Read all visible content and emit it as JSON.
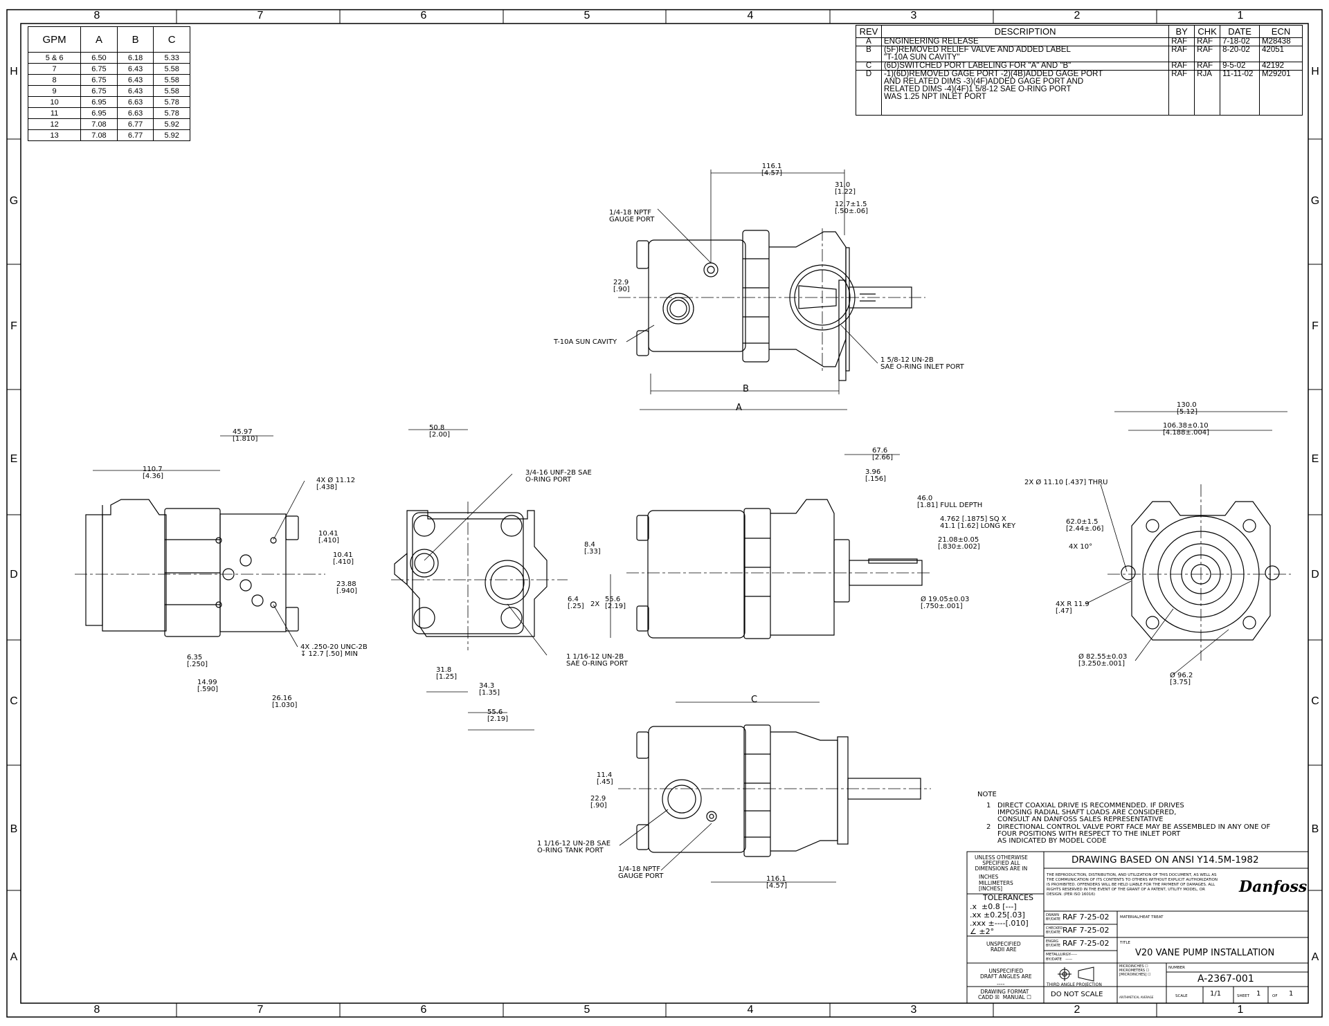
{
  "zones": {
    "columns": [
      "8",
      "7",
      "6",
      "5",
      "4",
      "3",
      "2",
      "1"
    ],
    "rows": [
      "H",
      "G",
      "F",
      "E",
      "D",
      "C",
      "B",
      "A"
    ]
  },
  "gpm_table": {
    "headers": [
      "GPM",
      "A",
      "B",
      "C"
    ],
    "rows": [
      [
        "5 & 6",
        "6.50",
        "6.18",
        "5.33"
      ],
      [
        "7",
        "6.75",
        "6.43",
        "5.58"
      ],
      [
        "8",
        "6.75",
        "6.43",
        "5.58"
      ],
      [
        "9",
        "6.75",
        "6.43",
        "5.58"
      ],
      [
        "10",
        "6.95",
        "6.63",
        "5.78"
      ],
      [
        "11",
        "6.95",
        "6.63",
        "5.78"
      ],
      [
        "12",
        "7.08",
        "6.77",
        "5.92"
      ],
      [
        "13",
        "7.08",
        "6.77",
        "5.92"
      ]
    ]
  },
  "revisions": {
    "headers": [
      "REV",
      "DESCRIPTION",
      "BY",
      "CHK",
      "DATE",
      "ECN"
    ],
    "rows": [
      {
        "rev": "A",
        "desc": "ENGINEERING RELEASE",
        "by": "RAF",
        "chk": "RAF",
        "date": "7-18-02",
        "ecn": "M28438"
      },
      {
        "rev": "B",
        "desc": "(5F)REMOVED RELIEF VALVE AND ADDED LABEL\n\"T-10A SUN CAVITY\"",
        "by": "RAF",
        "chk": "RAF",
        "date": "8-20-02",
        "ecn": "42051"
      },
      {
        "rev": "C",
        "desc": "(6D)SWITCHED PORT LABELING FOR \"A\" AND \"B\"",
        "by": "RAF",
        "chk": "RAF",
        "date": "9-5-02",
        "ecn": "42192"
      },
      {
        "rev": "D",
        "desc": "-1)(6D)REMOVED GAGE PORT -2)(4B)ADDED GAGE PORT\nAND RELATED DIMS -3)(4F)ADDED GAGE PORT AND\nRELATED DIMS -4)(4F)1 5/8-12 SAE O-RING PORT\nWAS 1.25 NPT INLET PORT",
        "by": "RAF",
        "chk": "RJA",
        "date": "11-11-02",
        "ecn": "M29201"
      }
    ]
  },
  "top_view": {
    "dim_width": "116.1\n[4.57]",
    "dim_31": "31.0\n[1.22]",
    "dim_12_7": "12.7±1.5\n[.50±.06]",
    "dim_22_9": "22.9\n[.90]",
    "gauge_port": "1/4-18 NPTF\nGAUGE PORT",
    "sun_cavity": "T-10A SUN CAVITY",
    "inlet_port": "1 5/8-12 UN-2B\nSAE O-RING INLET PORT",
    "label_b": "B",
    "label_a": "A"
  },
  "left_view": {
    "dim_110": "110.7\n[4.36]",
    "dim_45": "45.97\n[1.810]",
    "holes": "4X Ø 11.12\n[.438]",
    "dim_10a": "10.41\n[.410]",
    "dim_10b": "10.41\n[.410]",
    "dim_23": "23.88\n[.940]",
    "tapped": "4X .250-20 UNC-2B\n↧ 12.7 [.50] MIN",
    "dim_6": "6.35\n[.250]",
    "dim_14": "14.99\n[.590]",
    "dim_26": "26.16\n[1.030]"
  },
  "front_view": {
    "dim_50": "50.8\n[2.00]",
    "port_label": "3/4-16 UNF-2B SAE\nO-RING PORT",
    "dim_8": "8.4\n[.33]",
    "dim_6_4": "6.4\n[.25]",
    "dim_2x": "2X",
    "dim_55v": "55.6\n[2.19]",
    "tank_port": "1 1/16-12 UN-2B\nSAE O-RING PORT",
    "dim_31": "31.8\n[1.25]",
    "dim_34": "34.3\n[1.35]",
    "dim_55h": "55.6\n[2.19]"
  },
  "side_view": {
    "dim_67": "67.6\n[2.66]",
    "dim_3": "3.96\n[.156]",
    "dim_46": "46.0\n[1.81] FULL DEPTH",
    "key": "4.762 [.1875] SQ X\n41.1 [1.62] LONG KEY",
    "dim_21": "21.08±0.05\n[.830±.002]",
    "dim_19": "Ø 19.05±0.03\n[.750±.001]"
  },
  "right_view": {
    "dim_130": "130.0\n[5.12]",
    "dim_106": "106.38±0.10\n[4.188±.004]",
    "thru": "2X Ø 11.10 [.437] THRU",
    "dim_62": "62.0±1.5\n[2.44±.06]",
    "angle": "4X 10°",
    "radius": "4X R 11.9\n[.47]",
    "dim_82": "Ø 82.55±0.03\n[3.250±.001]",
    "dim_96": "Ø 96.2\n[3.75]"
  },
  "bottom_view": {
    "label_c": "C",
    "dim_11": "11.4\n[.45]",
    "dim_22": "22.9\n[.90]",
    "tank_port": "1 1/16-12 UN-2B SAE\nO-RING TANK PORT",
    "gauge_port": "1/4-18 NPTF\nGAUGE PORT",
    "dim_116": "116.1\n[4.57]"
  },
  "notes": {
    "heading": "NOTE",
    "items": [
      {
        "num": "1",
        "text": "DIRECT COAXIAL DRIVE IS RECOMMENDED. IF DRIVES\nIMPOSING RADIAL SHAFT LOADS ARE CONSIDERED,\nCONSULT AN DANFOSS SALES REPRESENTATIVE"
      },
      {
        "num": "2",
        "text": "DIRECTIONAL CONTROL VALVE PORT FACE MAY BE ASSEMBLED IN ANY ONE OF\nFOUR POSITIONS WITH RESPECT TO THE INLET PORT\nAS INDICATED BY MODEL CODE"
      }
    ]
  },
  "title_block": {
    "unless": "UNLESS OTHERWISE\nSPECIFIED ALL\nDIMENSIONS ARE IN",
    "inches": "INCHES",
    "millimeters": "MILLIMETERS\n[INCHES]",
    "tolerances": "TOLERANCES",
    "tol_x": ".x  ±0.8 [---]",
    "tol_xx": ".xx ±0.25[.03]",
    "tol_xxx": ".xxx ±----[.010]",
    "tol_angle": "∠ ±2°",
    "radii": "UNSPECIFIED\nRADII ARE",
    "draft": "UNSPECIFIED\nDRAFT ANGLES ARE",
    "dashes": "----",
    "drawing_format": "DRAWING FORMAT\nCADD ☒  MANUAL ☐",
    "ansi": "DRAWING BASED ON ANSI Y14.5M-1982",
    "legal": "THE REPRODUCTION, DISTRIBUTION, AND UTILIZATION OF THIS DOCUMENT, AS WELL AS\nTHE COMMUNICATION OF ITS CONTENTS TO OTHERS WITHOUT EXPLICIT AUTHORIZATION\nIS PROHIBITED. OFFENDERS WILL BE HELD LIABLE FOR THE PAYMENT OF DAMAGES. ALL\nRIGHTS RESERVED IN THE EVENT OF THE GRANT OF A PATENT, UTILITY MODEL, OR\nDESIGN. (PER ISO 16016)",
    "logo": "Danfoss",
    "drawn_label": "DRAWN\nBY/DATE",
    "drawn": "RAF 7-25-02",
    "checked_label": "CHECKED\nBY/DATE",
    "checked": "RAF 7-25-02",
    "engrg_label": "ENGRG\nBY/DATE",
    "engrg": "RAF 7-25-02",
    "metallurgy": "METALLURGY-----\nBY/DATE   -----",
    "material": "MATERIAL/HEAT TREAT",
    "title_label": "TITLE",
    "title": "V20 VANE PUMP INSTALLATION",
    "projection": "THIRD ANGLE PROJECTION",
    "micro": "MICROINCHES ☐\nMICROMETERS ☐\n[MICROINCHES] ☐",
    "number_label": "NUMBER",
    "number": "A-2367-001",
    "do_not_scale": "DO NOT SCALE",
    "arith": "ARITHMETICAL AVERAGE",
    "scale_label": "SCALE",
    "scale": "1/1",
    "sheet_label": "SHEET",
    "sheet": "1",
    "of_label": "OF",
    "of": "1"
  }
}
